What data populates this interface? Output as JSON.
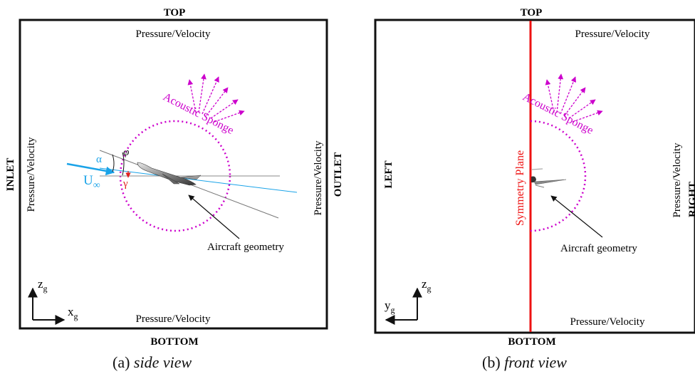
{
  "side_view": {
    "labels": {
      "top": "TOP",
      "bottom": "BOTTOM",
      "inlet": "INLET",
      "outlet": "OUTLET",
      "bc_top": "Pressure/Velocity",
      "bc_bottom": "Pressure/Velocity",
      "bc_left": "Pressure/Velocity",
      "bc_right": "Pressure/Velocity",
      "sponge": "Acoustic Sponge",
      "aircraft": "Aircraft geometry",
      "alpha": "α",
      "phi": "φ",
      "gamma": "γ",
      "u_inf": "U",
      "u_inf_sub": "∞",
      "axis_z": "z",
      "axis_z_sub": "g",
      "axis_x": "x",
      "axis_x_sub": "g"
    },
    "caption": {
      "tag": "(a)",
      "text": "side view"
    }
  },
  "front_view": {
    "labels": {
      "top": "TOP",
      "bottom": "BOTTOM",
      "left": "LEFT",
      "right": "RIGHT",
      "bc_top": "Pressure/Velocity",
      "bc_bottom": "Pressure/Velocity",
      "bc_right": "Pressure/Velocity",
      "sponge": "Acoustic Sponge",
      "symmetry": "Symmetry Plane",
      "aircraft": "Aircraft geometry",
      "axis_z": "z",
      "axis_z_sub": "g",
      "axis_y": "y",
      "axis_y_sub": "g"
    },
    "caption": {
      "tag": "(b)",
      "text": "front view"
    }
  },
  "colors": {
    "frame": "#111111",
    "sponge": "#cc00cc",
    "flow": "#1aa3e8",
    "angle_red": "#e02020",
    "symmetry": "#ee1111",
    "aircraft": "#555555"
  }
}
